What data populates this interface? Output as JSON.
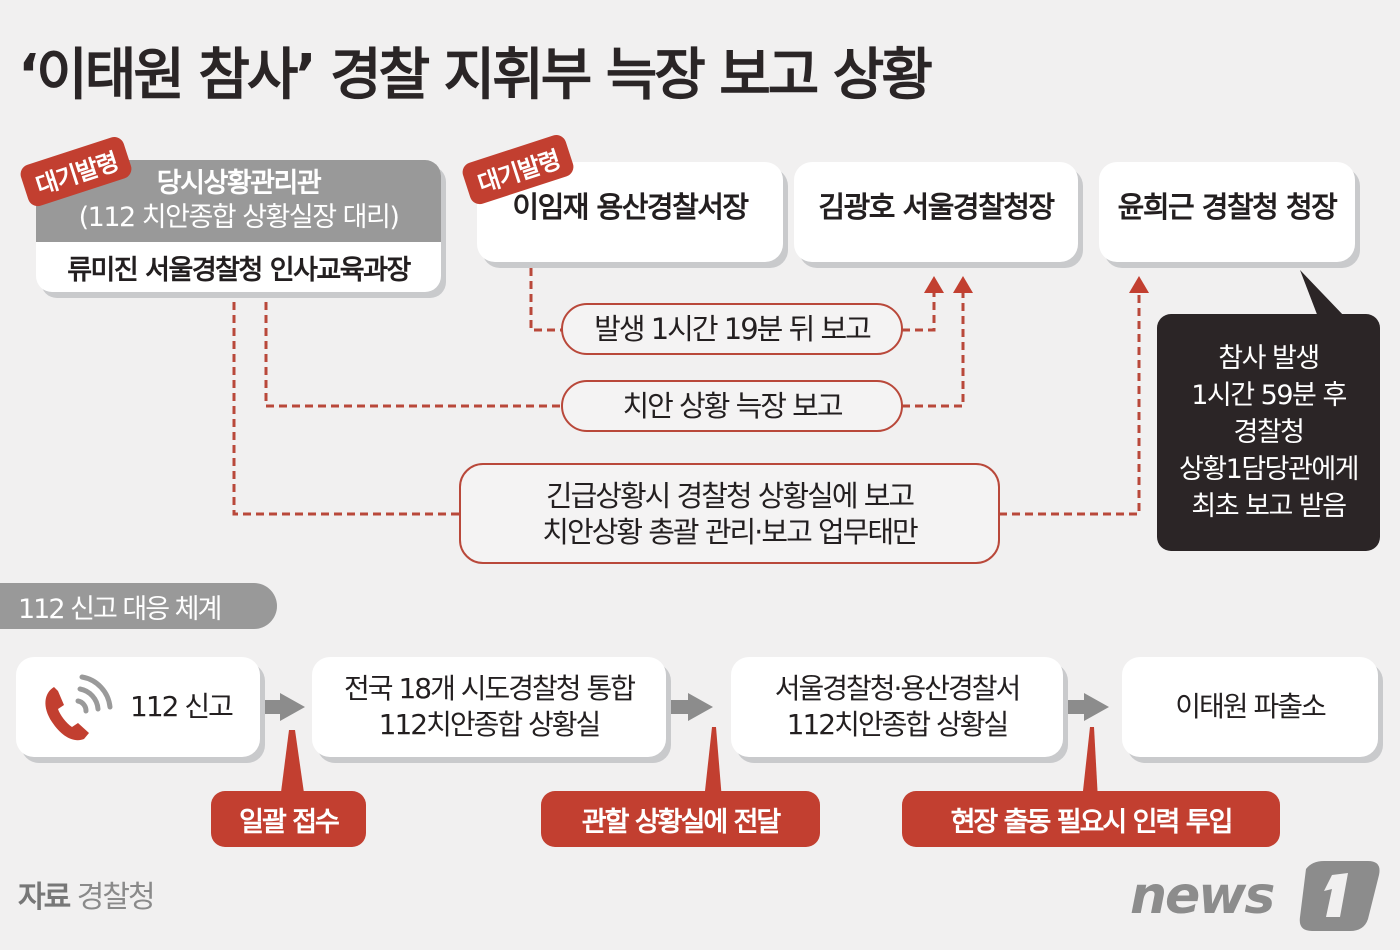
{
  "title": "‘이태원 참사’ 경찰 지휘부 늑장 보고 상황",
  "top_section": {
    "standby_tag": "대기발령",
    "manager_box": {
      "role": "당시상황관리관",
      "role_detail": "(112 치안종합 상황실장 대리)",
      "name": "류미진 서울경찰청 인사교육과장",
      "tag": "대기발령"
    },
    "officials": [
      {
        "name": "이임재 용산경찰서장",
        "tag": "대기발령"
      },
      {
        "name": "김광호 서울경찰청장"
      },
      {
        "name": "윤희근 경찰청 청장"
      }
    ],
    "reports": [
      {
        "label": "발생 1시간 19분 뒤 보고"
      },
      {
        "label": "치안 상황 늑장 보고"
      },
      {
        "line1": "긴급상황시 경찰청 상황실에 보고",
        "line2": "치안상황 총괄 관리·보고 업무태만"
      }
    ],
    "callout": {
      "lines": [
        "참사 발생",
        "1시간 59분 후",
        "경찰청",
        "상황1담당관에게",
        "최초 보고 받음"
      ]
    }
  },
  "bottom_section": {
    "label": "112 신고 대응 체계",
    "flow": [
      {
        "icon": "phone-signal-icon",
        "label": "112 신고"
      },
      {
        "line1": "전국 18개 시도경찰청 통합",
        "line2": "112치안종합 상황실"
      },
      {
        "line1": "서울경찰청·용산경찰서",
        "line2": "112치안종합 상황실"
      },
      {
        "label": "이태원 파출소"
      }
    ],
    "notes": [
      "일괄 접수",
      "관할 상황실에 전달",
      "현장 출동 필요시 인력 투입"
    ]
  },
  "footer": {
    "source_prefix": "자료",
    "source": "경찰청",
    "logo": "news1"
  },
  "colors": {
    "background": "#f1f0f0",
    "accent_red": "#c23f30",
    "connector_red": "#b9483a",
    "gray": "#999999",
    "dark": "#2b2526",
    "shadow": "#c9cacc"
  }
}
